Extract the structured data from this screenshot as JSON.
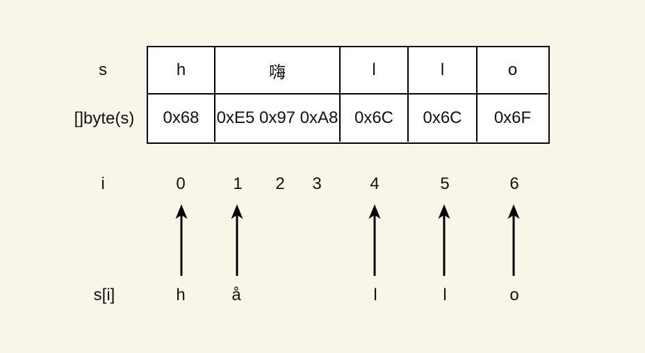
{
  "diagram": {
    "labels": {
      "string_row": "s",
      "bytes_row": "[]byte(s)",
      "index_row": "i",
      "char_row": "s[i]"
    },
    "table": {
      "cells": [
        {
          "char": "h",
          "bytes": "0x68"
        },
        {
          "char": "嗨",
          "bytes": "0xE5 0x97 0xA8"
        },
        {
          "char": "l",
          "bytes": "0x6C"
        },
        {
          "char": "l",
          "bytes": "0x6C"
        },
        {
          "char": "o",
          "bytes": "0x6F"
        }
      ]
    },
    "indices": [
      {
        "value": "0",
        "char": "h",
        "has_arrow": true
      },
      {
        "value": "1",
        "char": "å",
        "has_arrow": true
      },
      {
        "value": "2",
        "char": "",
        "has_arrow": false
      },
      {
        "value": "3",
        "char": "",
        "has_arrow": false
      },
      {
        "value": "4",
        "char": "l",
        "has_arrow": true
      },
      {
        "value": "5",
        "char": "l",
        "has_arrow": true
      },
      {
        "value": "6",
        "char": "o",
        "has_arrow": true
      }
    ],
    "colors": {
      "background": "#f9f5e9",
      "cell_fill": "#ffffff",
      "stroke": "#000000",
      "text": "#111111"
    }
  }
}
